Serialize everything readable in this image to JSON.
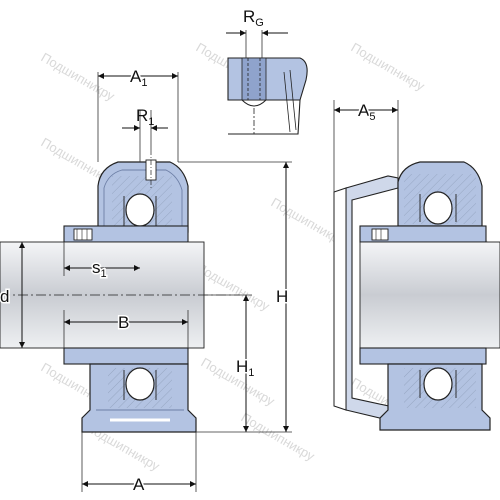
{
  "labels": {
    "A1": {
      "main": "A",
      "sub": "1"
    },
    "R1": {
      "main": "R",
      "sub": "1"
    },
    "RG": {
      "main": "R",
      "sub": "G"
    },
    "A5": {
      "main": "A",
      "sub": "5"
    },
    "s1": {
      "main": "s",
      "sub": "1"
    },
    "d": {
      "main": "d"
    },
    "B": {
      "main": "B"
    },
    "H": {
      "main": "H"
    },
    "H1": {
      "main": "H",
      "sub": "1"
    },
    "A": {
      "main": "A"
    }
  },
  "watermark": "Подшипникру",
  "colors": {
    "housing": "#b3c3e2",
    "housing_dark": "#8fa3cc",
    "shaft": "#d6d8dc",
    "outline": "#222222",
    "bracket": "#cfd8ea"
  }
}
